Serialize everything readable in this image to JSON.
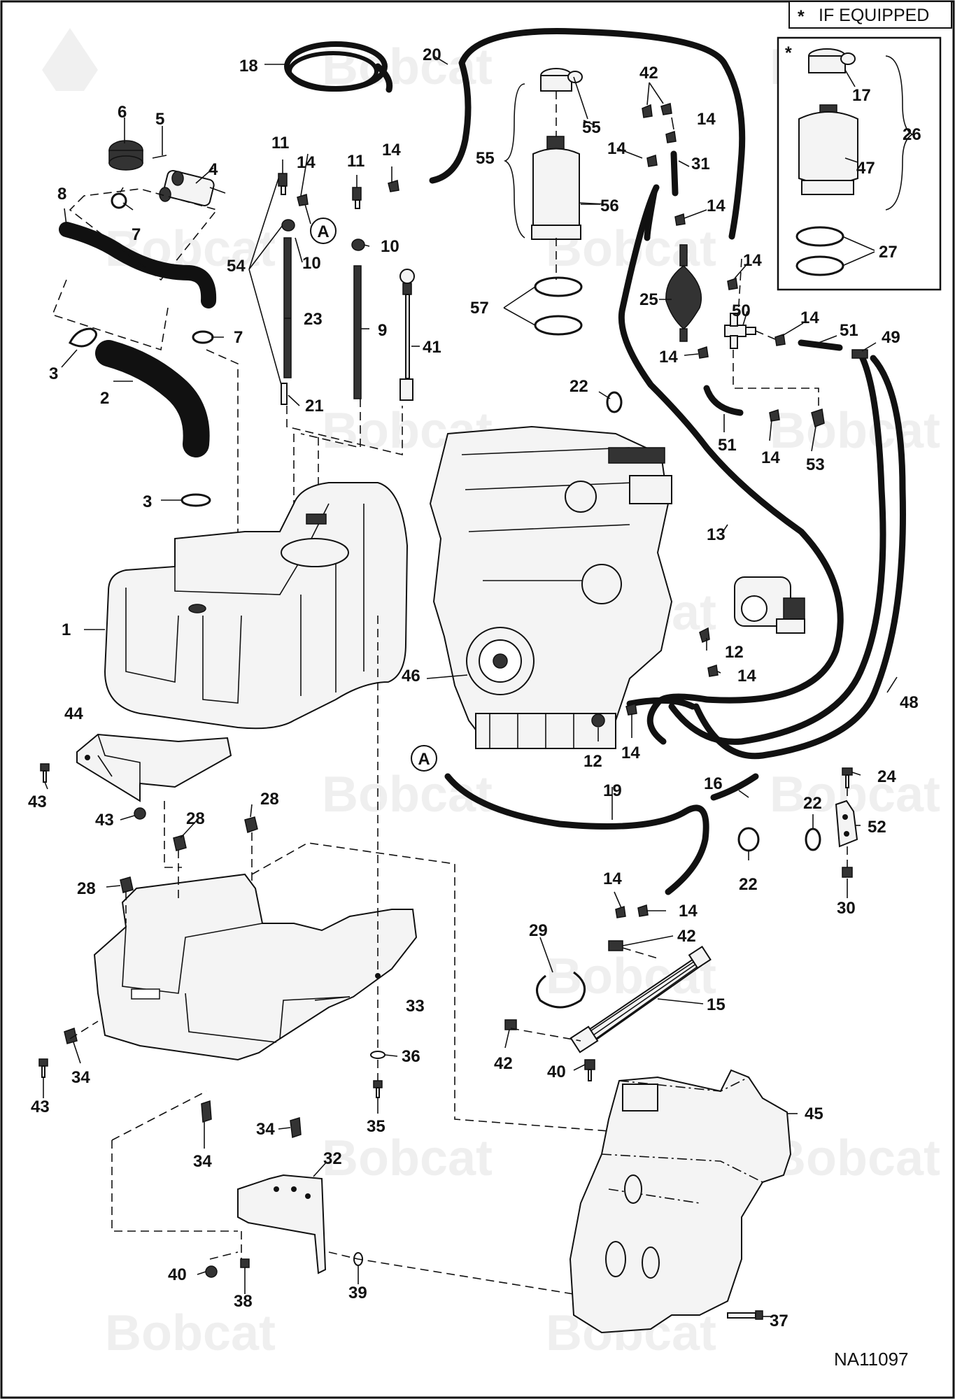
{
  "legend": {
    "star": "*",
    "text": "IF EQUIPPED"
  },
  "inset": {
    "star": "*"
  },
  "figure_code": "NA11097",
  "watermark": "Bobcat",
  "callout_circle": "A",
  "callouts": {
    "c1": "1",
    "c2": "2",
    "c3a": "3",
    "c3b": "3",
    "c4": "4",
    "c5": "5",
    "c6": "6",
    "c7a": "7",
    "c7b": "7",
    "c8": "8",
    "c9": "9",
    "c10a": "10",
    "c10b": "10",
    "c11a": "11",
    "c11b": "11",
    "c12a": "12",
    "c12b": "12",
    "c13": "13",
    "c14a": "14",
    "c14b": "14",
    "c14c": "14",
    "c14d": "14",
    "c14e": "14",
    "c14f": "14",
    "c14g": "14",
    "c14h": "14",
    "c14i": "14",
    "c14j": "14",
    "c14k": "14",
    "c14l": "14",
    "c14m": "14",
    "c14n": "14",
    "c15": "15",
    "c16": "16",
    "c17": "17",
    "c18": "18",
    "c19": "19",
    "c20": "20",
    "c21": "21",
    "c22a": "22",
    "c22b": "22",
    "c22c": "22",
    "c23": "23",
    "c24": "24",
    "c25": "25",
    "c26": "26",
    "c27": "27",
    "c28a": "28",
    "c28b": "28",
    "c28c": "28",
    "c29": "29",
    "c30": "30",
    "c31": "31",
    "c32": "32",
    "c33": "33",
    "c34a": "34",
    "c34b": "34",
    "c34c": "34",
    "c35": "35",
    "c36": "36",
    "c37": "37",
    "c38": "38",
    "c39": "39",
    "c40a": "40",
    "c40b": "40",
    "c41": "41",
    "c42a": "42",
    "c42b": "42",
    "c42c": "42",
    "c43a": "43",
    "c43b": "43",
    "c43c": "43",
    "c44": "44",
    "c45": "45",
    "c46": "46",
    "c47": "47",
    "c48": "48",
    "c49": "49",
    "c50": "50",
    "c51a": "51",
    "c51b": "51",
    "c52": "52",
    "c53": "53",
    "c54": "54",
    "c55a": "55",
    "c55b": "55",
    "c56": "56",
    "c57": "57"
  }
}
